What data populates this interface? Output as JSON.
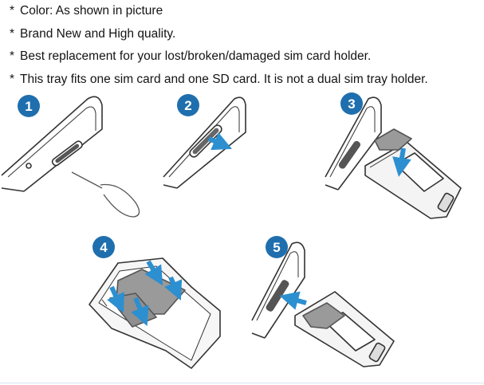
{
  "bullets": [
    {
      "marker": "*",
      "text": "Color: As shown in picture"
    },
    {
      "marker": "*",
      "text": "Brand New and High quality."
    },
    {
      "marker": "*",
      "text": "Best replacement for your lost/broken/damaged sim card holder."
    },
    {
      "marker": "*",
      "text": "This tray fits one sim card and one SD card. It is not a dual sim tray holder."
    }
  ],
  "steps": [
    {
      "number": "1"
    },
    {
      "number": "2"
    },
    {
      "number": "3"
    },
    {
      "number": "4"
    },
    {
      "number": "5"
    }
  ],
  "colors": {
    "step_badge": "#1f6fae",
    "arrow": "#2c8fd0",
    "line": "#333333",
    "sim_card": "#9a9a9a",
    "tray": "#d9d9d9"
  },
  "icons": {
    "ejector_pin": "ejector-pin-icon",
    "arrow": "arrow-icon"
  }
}
